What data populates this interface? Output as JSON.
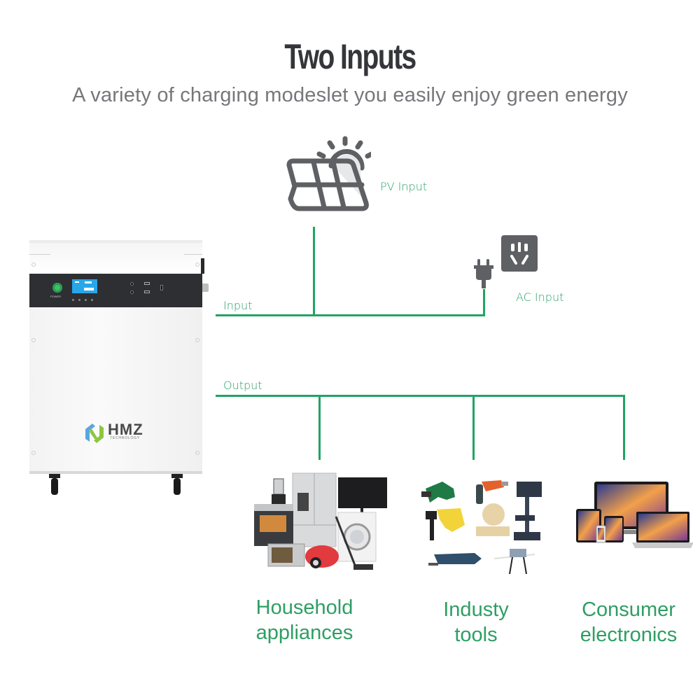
{
  "header": {
    "title": "Two Inputs",
    "subtitle": "A variety of charging modeslet you easily enjoy green energy"
  },
  "inputs": {
    "pv": {
      "label": "PV Input",
      "icon": "solar-panel-icon"
    },
    "ac": {
      "label": "AC Input",
      "icon": "power-outlet-icon",
      "plug_icon": "power-plug-icon"
    },
    "bus_label": "Input"
  },
  "output": {
    "bus_label": "Output",
    "categories": [
      {
        "line1": "Household",
        "line2": "appliances",
        "image": "household-appliances-photo"
      },
      {
        "line1": "Industy",
        "line2": "tools",
        "image": "power-tools-photo"
      },
      {
        "line1": "Consumer",
        "line2": "electronics",
        "image": "consumer-electronics-photo"
      }
    ]
  },
  "device": {
    "brand": "HMZ",
    "brand_sub": "TECHNOLOGY",
    "power_label": "POWER"
  },
  "colors": {
    "accent_green": "#1fa464",
    "title_dark": "#35363a",
    "subtitle_gray": "#76777b",
    "icon_gray": "#5f6064"
  }
}
